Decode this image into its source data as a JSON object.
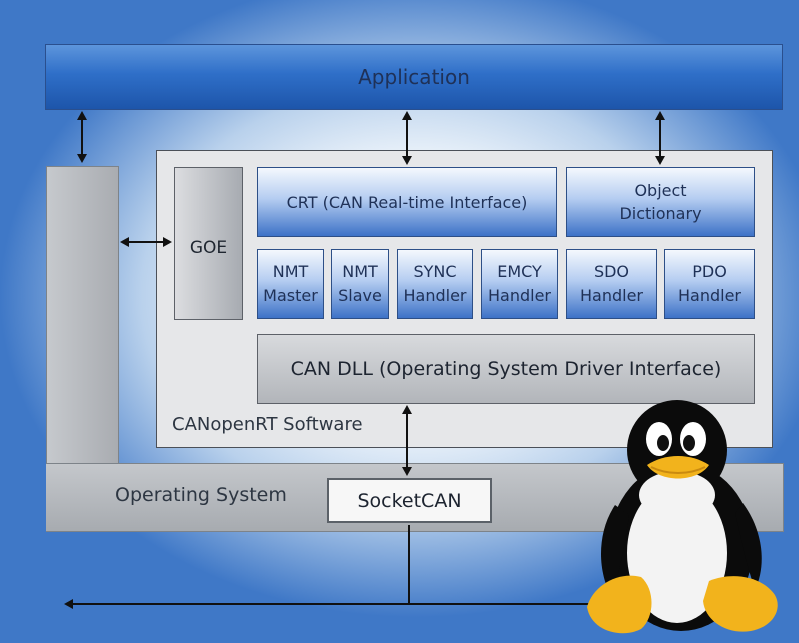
{
  "application": {
    "label": "Application"
  },
  "crt": {
    "label": "CRT (CAN Real-time Interface)"
  },
  "object_dictionary": {
    "line1": "Object",
    "line2": "Dictionary"
  },
  "goe": {
    "label": "GOE"
  },
  "handlers": [
    {
      "line1": "NMT",
      "line2": "Master"
    },
    {
      "line1": "NMT",
      "line2": "Slave"
    },
    {
      "line1": "SYNC",
      "line2": "Handler"
    },
    {
      "line1": "EMCY",
      "line2": "Handler"
    },
    {
      "line1": "SDO",
      "line2": "Handler"
    },
    {
      "line1": "PDO",
      "line2": "Handler"
    }
  ],
  "can_dll": {
    "label": "CAN DLL  (Operating System Driver Interface)"
  },
  "canopenrt": {
    "label": "CANopenRT Software"
  },
  "operating_system": {
    "label": "Operating System"
  },
  "socketcan": {
    "label": "SocketCAN"
  },
  "logo": {
    "name": "tux-penguin-icon"
  },
  "colors": {
    "application": "#2f6fc8",
    "interface_box": "#b5cdf1",
    "os_gray": "#b0b3b8",
    "background_edge": "#3f78c7"
  }
}
